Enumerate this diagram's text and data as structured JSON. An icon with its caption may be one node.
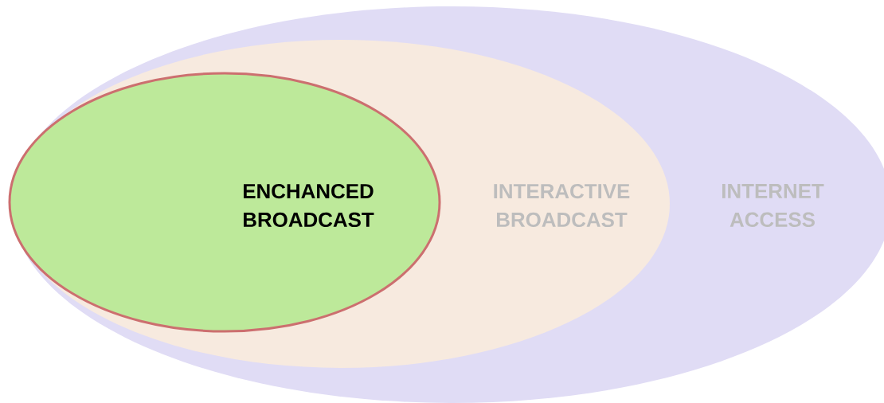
{
  "diagram": {
    "nodes": [
      {
        "text": [
          "INTERNET ACCESS"
        ]
      },
      {
        "text": [
          "INTERACTIVE BROADCAST"
        ],
        "in": 0
      },
      {
        "text": [
          "ENCHANCED BROADCAST"
        ],
        "in": 1
      }
    ]
  }
}
